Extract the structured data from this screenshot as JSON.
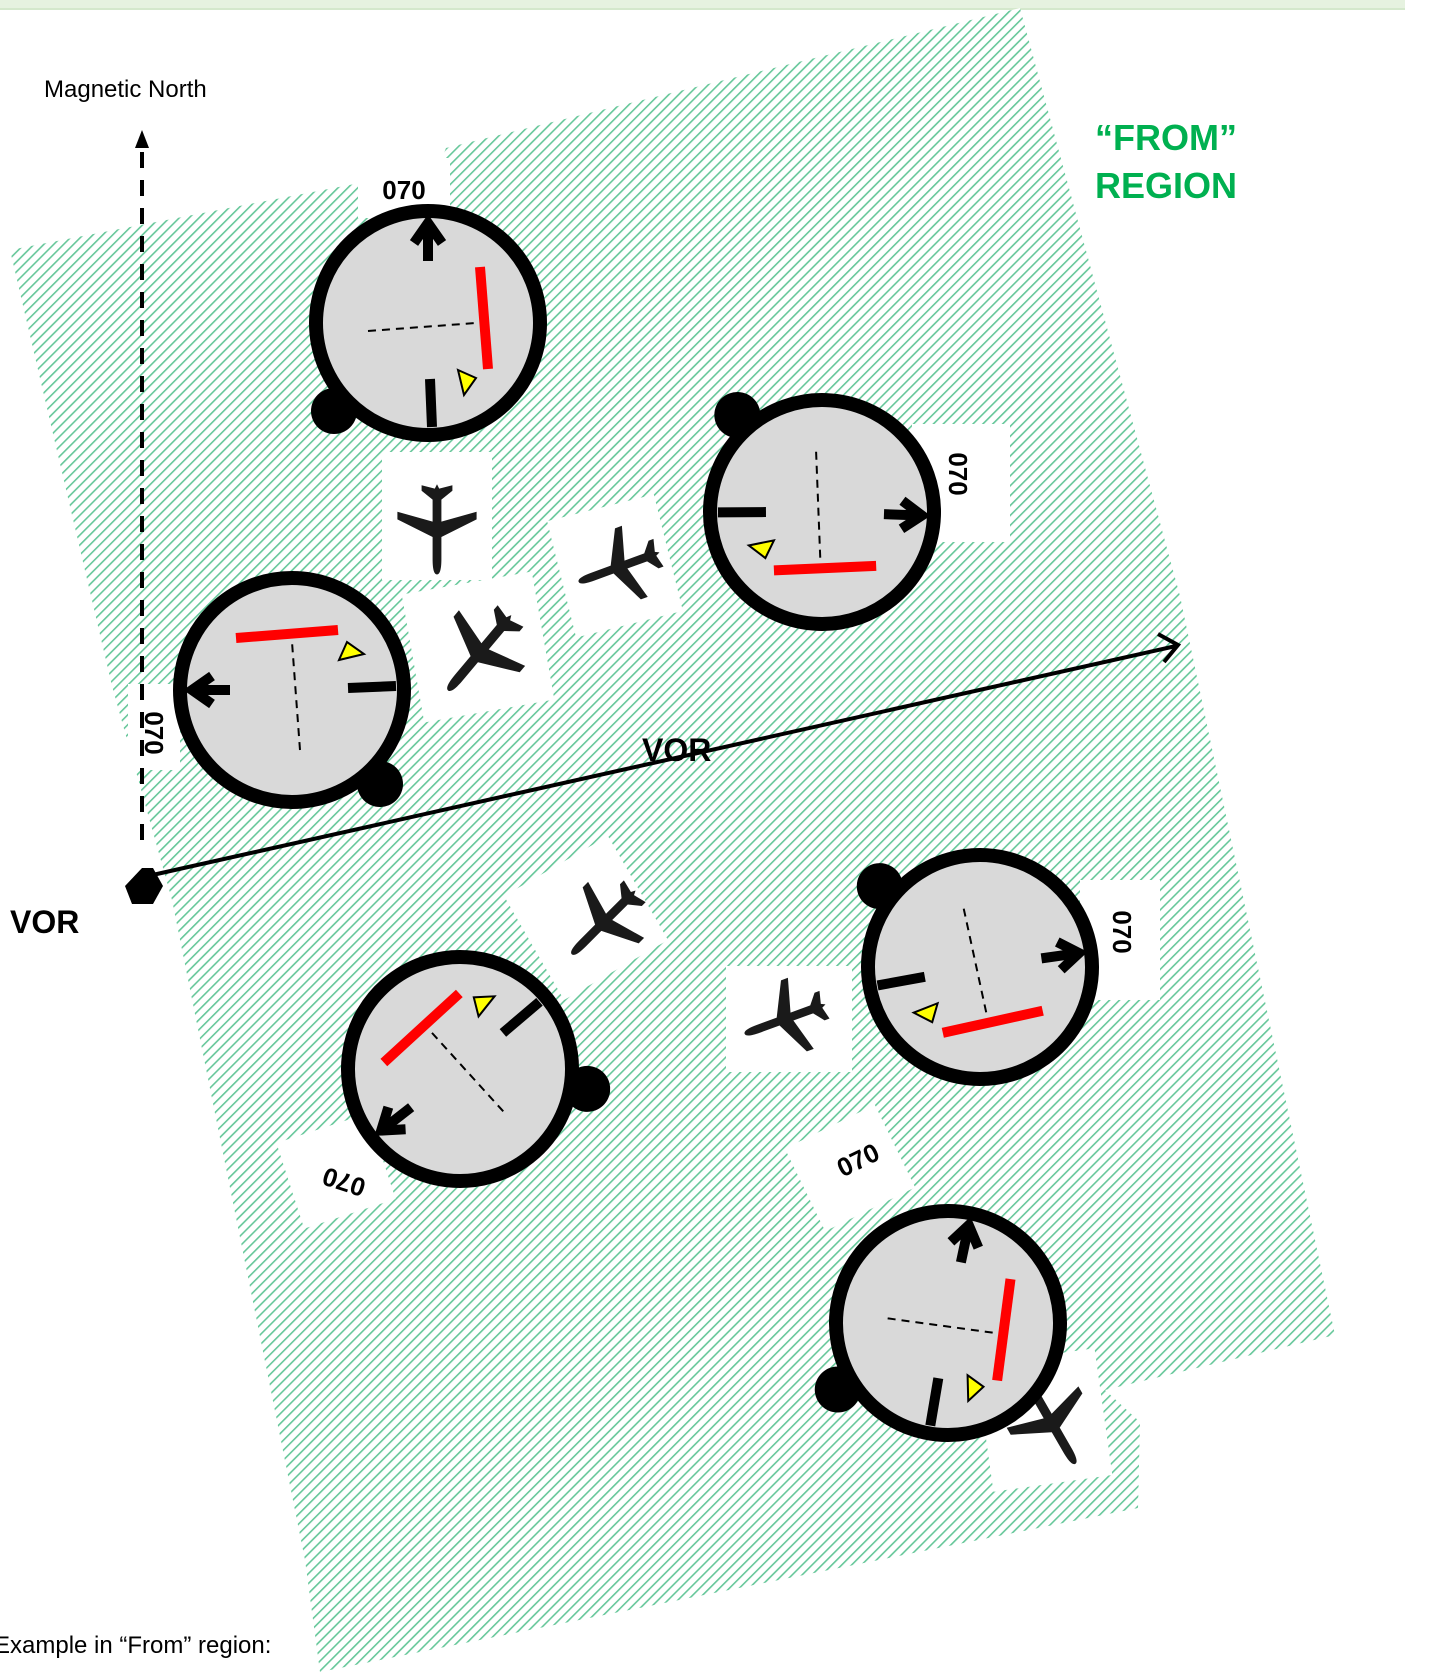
{
  "labels": {
    "magnetic_north": "Magnetic North",
    "region_line1": "“FROM”",
    "region_line2": "REGION",
    "vor_radial": "VOR",
    "vor_station": "VOR",
    "caption": "Example in “From” region:"
  },
  "instruments": [
    {
      "course": "070"
    },
    {
      "course": "070"
    },
    {
      "course": "070"
    },
    {
      "course": "070"
    },
    {
      "course": "070"
    },
    {
      "course": "070"
    }
  ],
  "colors": {
    "region_text": "#00b050",
    "hatch": "#66c79a",
    "course_deviation_bar": "#ff0000",
    "from_flag": "#ffff00",
    "dial_face": "#d9d9d9"
  },
  "icons": {
    "station": "hexagon-icon",
    "aircraft": "airplane-icon",
    "course_arrow": "arrow-icon"
  }
}
